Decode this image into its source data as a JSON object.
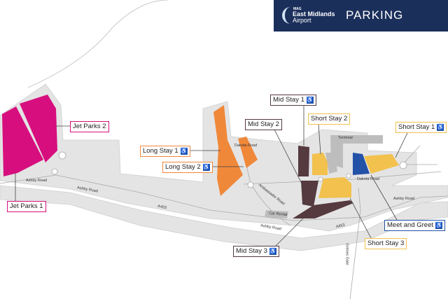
{
  "header": {
    "logo_group": "MAG",
    "logo_name": "East Midlands",
    "logo_sub": "Airport",
    "title": "PARKING"
  },
  "colors": {
    "header": "#1b2f5b",
    "jet_parks": "#d70f7e",
    "long_stay": "#f0883a",
    "short_stay": "#f2c14e",
    "mid_stay": "#553a40",
    "meet_greet": "#2352a6"
  },
  "car_parks": [
    {
      "label": "Jet Parks 2",
      "accessible": false
    },
    {
      "label": "Jet Parks 1",
      "accessible": false
    },
    {
      "label": "Long Stay 1",
      "accessible": true
    },
    {
      "label": "Long Stay 2",
      "accessible": true
    },
    {
      "label": "Mid Stay 1",
      "accessible": true
    },
    {
      "label": "Mid Stay 2",
      "accessible": false
    },
    {
      "label": "Short Stay 2",
      "accessible": false
    },
    {
      "label": "Short Stay 1",
      "accessible": true
    },
    {
      "label": "Meet and Greet",
      "accessible": true
    },
    {
      "label": "Short Stay 3",
      "accessible": false
    },
    {
      "label": "Mid Stay 3",
      "accessible": true
    }
  ],
  "accessible_icon": "wheelchair-icon",
  "accessible_glyph": "♿",
  "roads": [
    "Ashby Road",
    "Ashby Road",
    "A453",
    "Dakota Road",
    "Ambassador Road",
    "Ashby Road",
    "A453",
    "Dakota Road",
    "Ashby Road",
    "Grimes Gate"
  ],
  "buildings": [
    "Terminal",
    "Car Rental"
  ]
}
